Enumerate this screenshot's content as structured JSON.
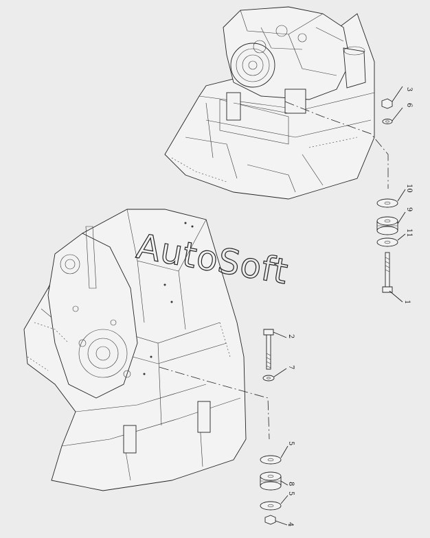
{
  "diagram": {
    "watermark": "AutoSoft",
    "callouts": {
      "c3": "3",
      "c6": "6",
      "c10": "10",
      "c9": "9",
      "c11": "11",
      "c1": "1",
      "c2": "2",
      "c7": "7",
      "c5a": "5",
      "c8": "8",
      "c5b": "5",
      "c4": "4"
    }
  }
}
